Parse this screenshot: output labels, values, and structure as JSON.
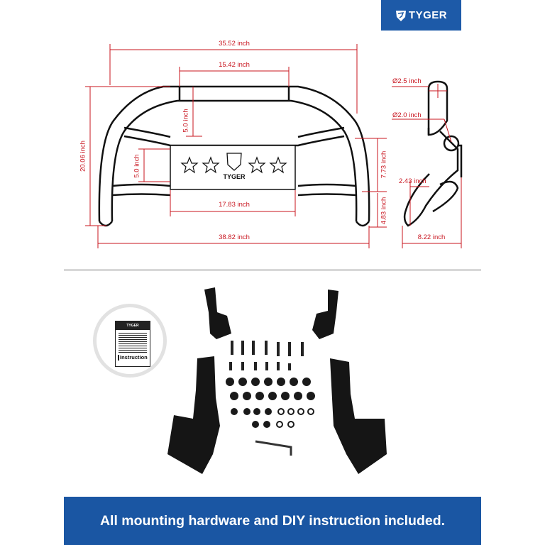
{
  "brand": {
    "logo_text": "TYGER",
    "color": "#1d5aa8"
  },
  "front_view": {
    "dimensions": {
      "overall_top_width": "35.52 inch",
      "top_center_width": "15.42 inch",
      "overall_height": "20.06 inch",
      "upper_drop": "5.0 inch",
      "side_drop": "5.0 inch",
      "plate_width": "17.83 inch",
      "overall_bottom_width": "38.82 inch"
    },
    "plate_text": "TYGER"
  },
  "side_view": {
    "dimensions": {
      "top_tube_diameter": "Ø2.5 inch",
      "cross_tube_diameter": "Ø2.0 inch",
      "upper_height": "7.73 inch",
      "lower_height": "4.83 inch",
      "offset": "2.43 inch",
      "depth": "8.22 inch"
    }
  },
  "hardware": {
    "instruction_card": {
      "header": "TYGER",
      "label": "Instruction"
    }
  },
  "banner": {
    "text": "All mounting hardware and DIY instruction included.",
    "color": "#1a56a3"
  },
  "dimension_color": "#c8141e"
}
